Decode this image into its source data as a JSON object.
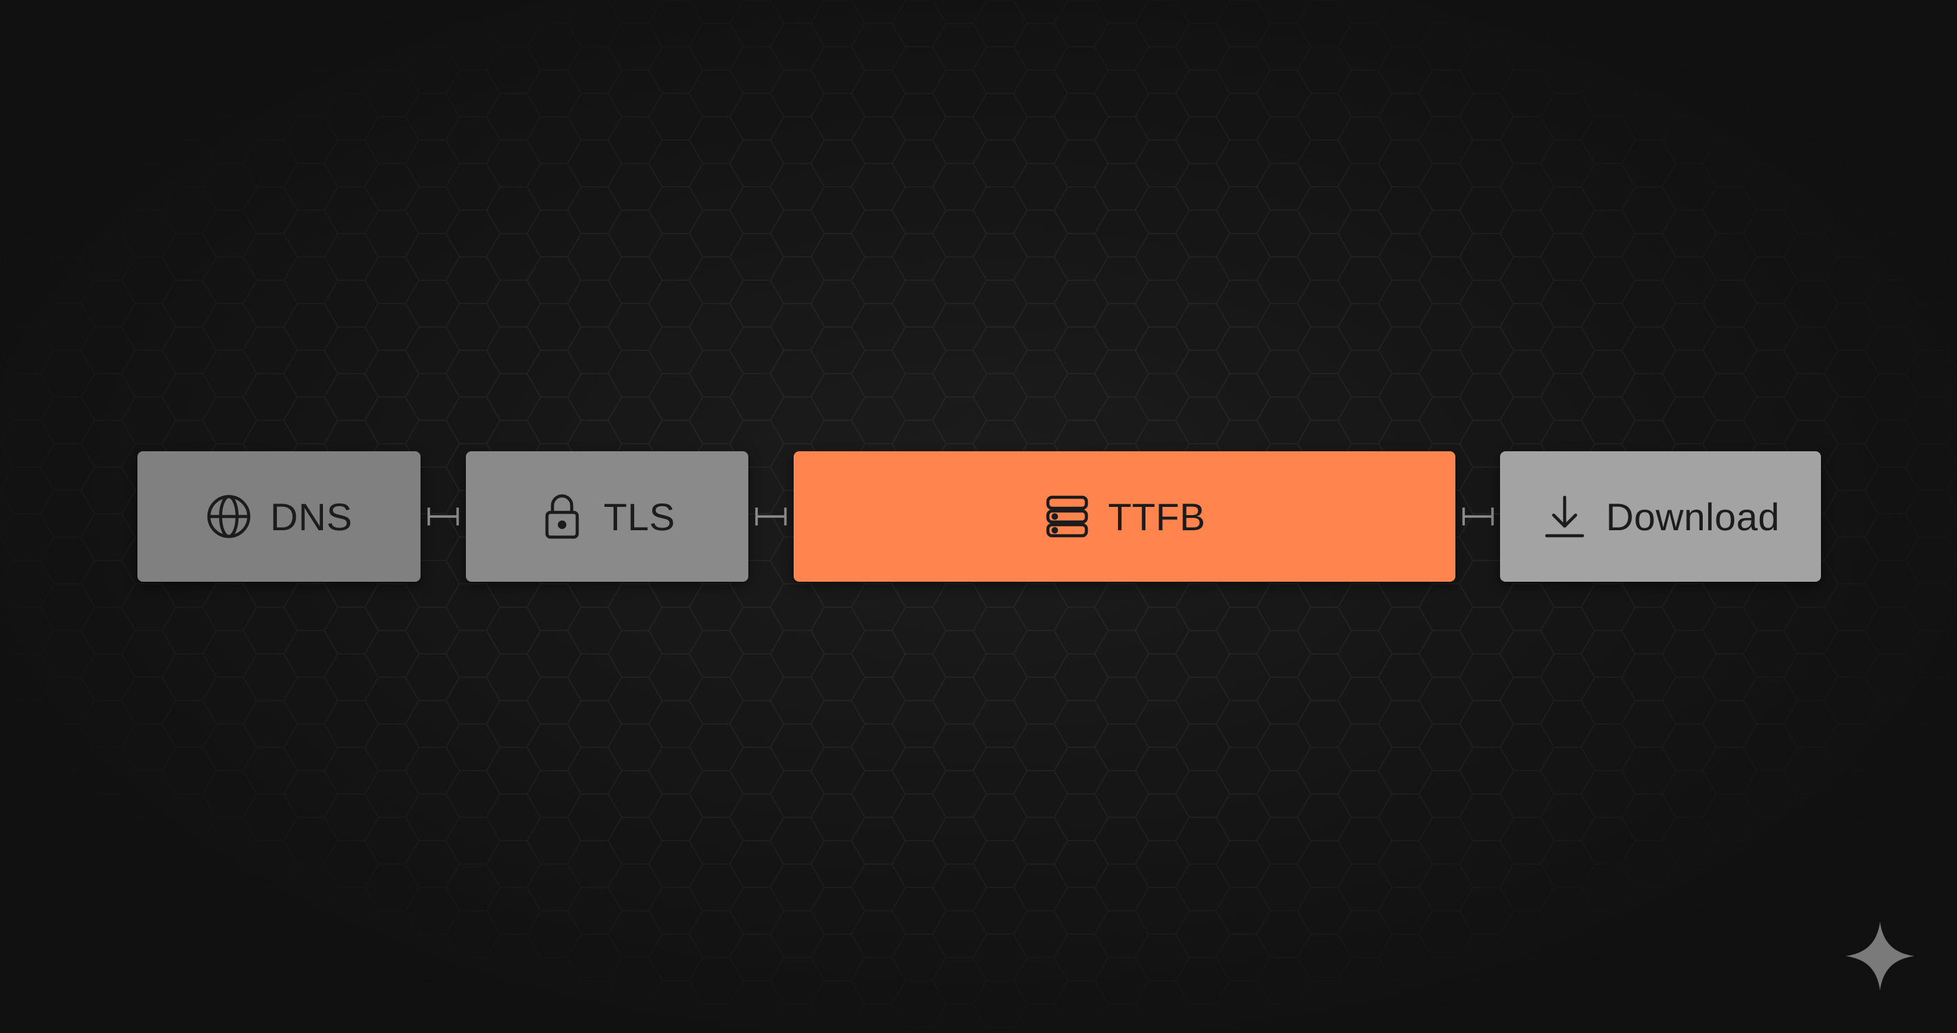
{
  "stages": [
    {
      "label": "DNS",
      "icon": "globe-icon",
      "color": "#808080"
    },
    {
      "label": "TLS",
      "icon": "lock-icon",
      "color": "#8a8a8a"
    },
    {
      "label": "TTFB",
      "icon": "server-icon",
      "color": "#ff844d"
    },
    {
      "label": "Download",
      "icon": "download-icon",
      "color": "#a3a3a3"
    }
  ],
  "colors": {
    "background": "#121212",
    "connector": "#8c8c8c",
    "accent": "#ff844d",
    "sparkle": "#7a7a7a"
  },
  "decor": {
    "sparkle_icon": "sparkle-icon"
  }
}
